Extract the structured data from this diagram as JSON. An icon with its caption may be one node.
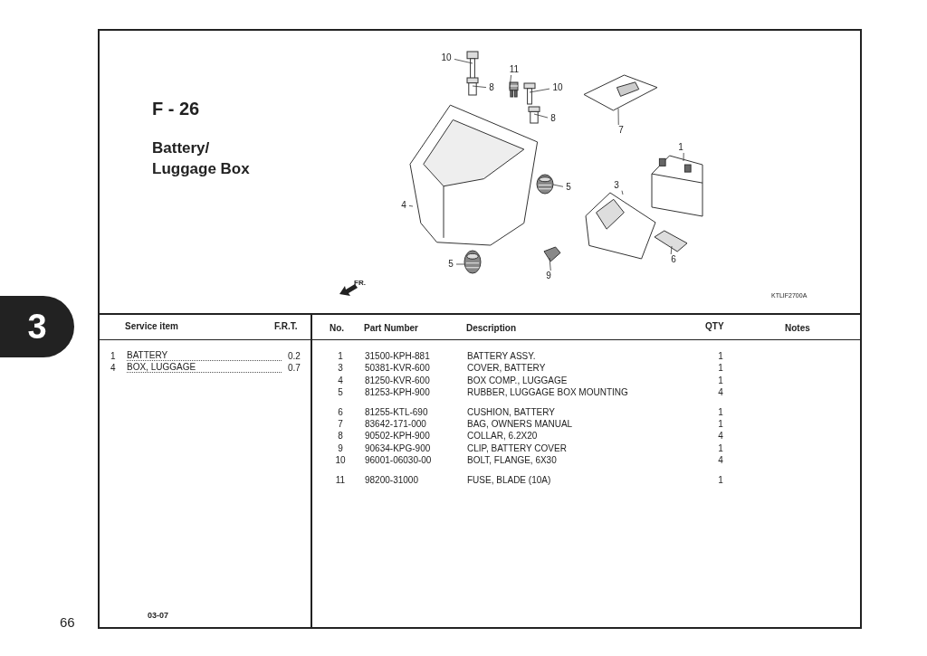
{
  "diagram": {
    "title": "F - 26",
    "nodes": [
      {
        "text": [
          "10"
        ]
      },
      {
        "text": [],
        "shape": "picture"
      },
      {
        "text": [
          "11"
        ]
      },
      {
        "text": [],
        "shape": "picture"
      },
      {
        "text": [
          "8"
        ]
      },
      {
        "text": [],
        "shape": "picture"
      },
      {
        "text": [
          "10"
        ]
      },
      {
        "text": [],
        "shape": "picture"
      },
      {
        "text": [
          "8"
        ]
      },
      {
        "text": [],
        "shape": "picture"
      },
      {
        "text": [
          "7"
        ]
      },
      {
        "text": [],
        "shape": "picture"
      },
      {
        "text": [
          "1"
        ]
      },
      {
        "text": [],
        "shape": "picture"
      },
      {
        "text": [
          "5"
        ]
      },
      {
        "text": [],
        "shape": "picture"
      },
      {
        "text": [
          "3"
        ]
      },
      {
        "text": [],
        "shape": "picture"
      },
      {
        "text": [
          "4"
        ]
      },
      {
        "text": [],
        "shape": "picture"
      },
      {
        "text": [
          "6"
        ]
      },
      {
        "text": [],
        "shape": "picture"
      },
      {
        "text": [
          "5"
        ]
      },
      {
        "text": [],
        "shape": "picture"
      },
      {
        "text": [
          "9"
        ]
      },
      {
        "text": [],
        "shape": "picture"
      }
    ],
    "edges": [
      {
        "from": 0,
        "to": 1,
        "arrow": "none"
      },
      {
        "from": 2,
        "to": 3,
        "arrow": "none"
      },
      {
        "from": 4,
        "to": 5,
        "arrow": "none"
      },
      {
        "from": 6,
        "to": 7,
        "arrow": "none"
      },
      {
        "from": 8,
        "to": 9,
        "arrow": "none"
      },
      {
        "from": 10,
        "to": 11,
        "arrow": "none"
      },
      {
        "from": 12,
        "to": 13,
        "arrow": "none"
      },
      {
        "from": 14,
        "to": 15,
        "arrow": "none"
      },
      {
        "from": 16,
        "to": 17,
        "arrow": "none"
      },
      {
        "from": 18,
        "to": 19,
        "arrow": "none"
      },
      {
        "from": 20,
        "to": 21,
        "arrow": "none"
      },
      {
        "from": 22,
        "to": 23,
        "arrow": "none"
      },
      {
        "from": 24,
        "to": 25,
        "arrow": "none"
      }
    ],
    "labels": [
      "3",
      "Battery/ Luggage Box",
      "KTLIF2700A",
      "FR.",
      "Service item",
      "F.R.T.",
      "No.",
      "Part Number",
      "Description",
      "QTY",
      "Notes",
      "1",
      "BATTERY",
      "0.2",
      "4",
      "BOX, LUGGAGE",
      "0.7",
      "1",
      "31500-KPH-881",
      "BATTERY ASSY.",
      "1",
      "3",
      "50381-KVR-600",
      "COVER, BATTERY",
      "1",
      "4",
      "81250-KVR-600",
      "BOX COMP., LUGGAGE",
      "1",
      "5",
      "81253-KPH-900",
      "RUBBER, LUGGAGE BOX MOUNTING",
      "4",
      "6",
      "81255-KTL-690",
      "CUSHION, BATTERY",
      "1",
      "7",
      "83642-171-000",
      "BAG, OWNERS MANUAL",
      "1",
      "8",
      "90502-KPH-900",
      "COLLAR, 6.2X20",
      "4",
      "9",
      "90634-KPG-900",
      "CLIP, BATTERY COVER",
      "1",
      "10",
      "96001-06030-00",
      "BOLT, FLANGE, 6X30",
      "4",
      "11",
      "98200-31000",
      "FUSE, BLADE (10A)",
      "1",
      "66",
      "03-07"
    ]
  }
}
